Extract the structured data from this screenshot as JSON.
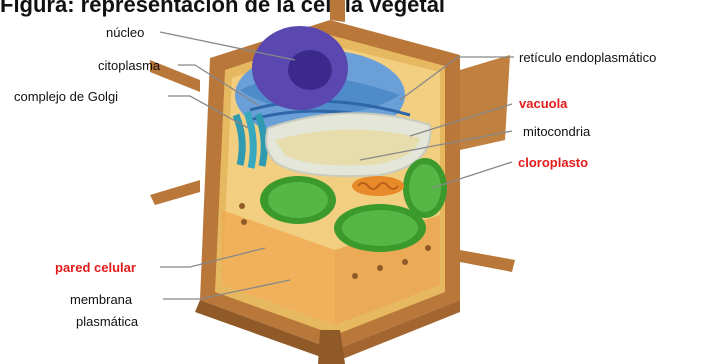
{
  "header": {
    "title_fragment": "Figura: representación de la célula vegetal"
  },
  "labels": {
    "nucleo": "núcleo",
    "citoplasma": "citoplasma",
    "golgi": "complejo de Golgi",
    "reticulo": "retículo endoplasmático",
    "vacuola": "vacuola",
    "mitocondria": "mitocondria",
    "cloroplasto": "cloroplasto",
    "pared": "pared celular",
    "membrana_1": "membrana",
    "membrana_2": "plasmática"
  },
  "colors": {
    "highlight": "#e21b1b",
    "wall": "#b9773a",
    "nucleus": "#5a48b0",
    "er": "#4a86c6",
    "chloroplast": "#3c9a2c",
    "vacuole": "#d9e2d2"
  }
}
